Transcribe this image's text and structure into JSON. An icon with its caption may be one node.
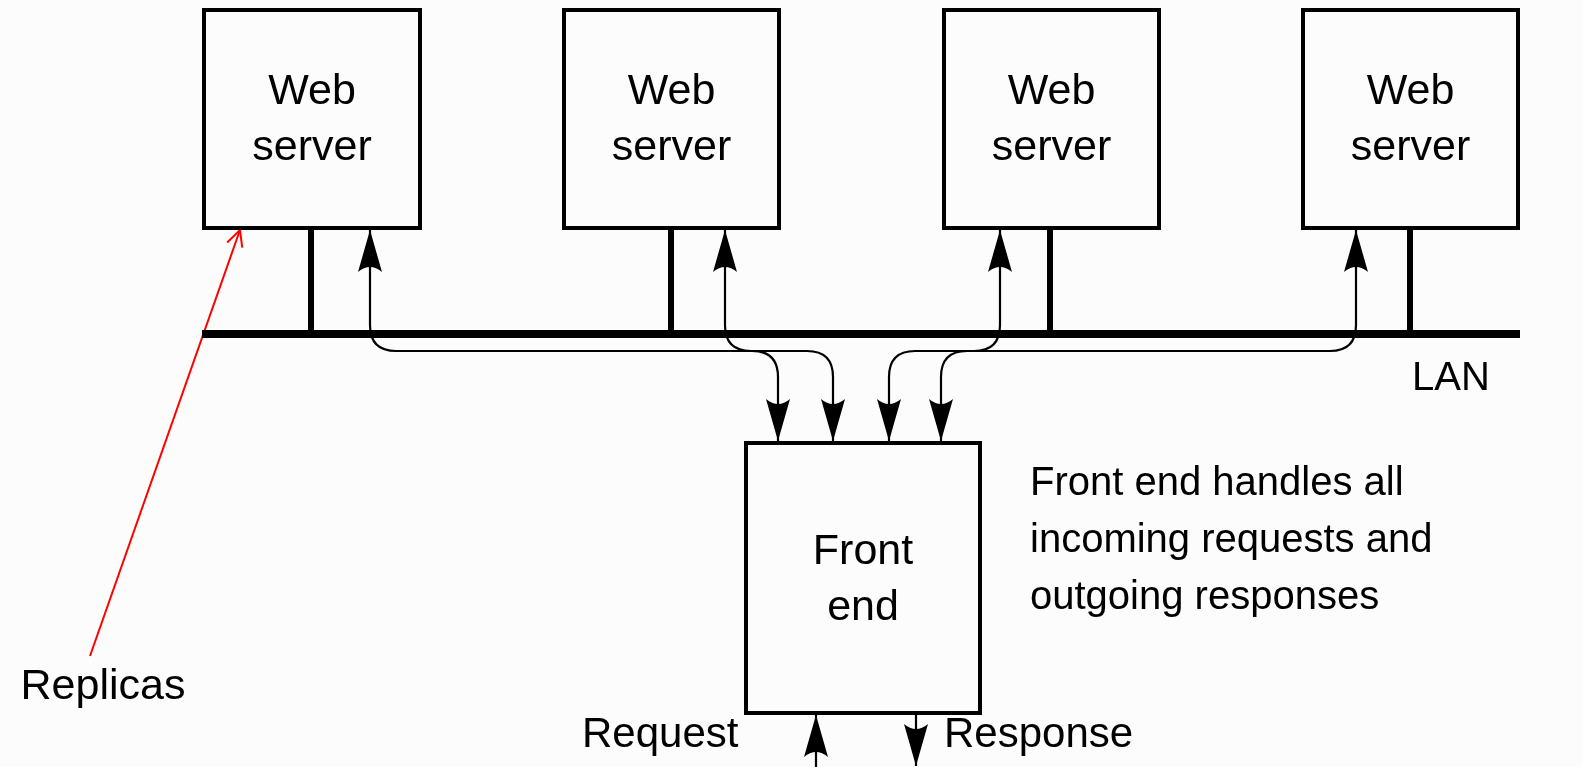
{
  "diagram": {
    "nodes": [
      {
        "text": [
          "Web server"
        ]
      },
      {
        "text": [
          "Web server"
        ]
      },
      {
        "text": [
          "Web server"
        ]
      },
      {
        "text": [
          "Web server"
        ]
      },
      {
        "text": [],
        "shape": "bar",
        "beside": [
          "LAN"
        ]
      },
      {
        "text": [
          "Front end"
        ],
        "beside": [
          "Front end handles all incoming requests and outgoing responses"
        ]
      },
      {
        "text": [
          "Replicas"
        ]
      }
    ],
    "edges": [
      {
        "from": 0,
        "to": 4,
        "arrow": "none",
        "style": "thick"
      },
      {
        "from": 1,
        "to": 4,
        "arrow": "none",
        "style": "thick"
      },
      {
        "from": 2,
        "to": 4,
        "arrow": "none",
        "style": "thick"
      },
      {
        "from": 3,
        "to": 4,
        "arrow": "none",
        "style": "thick"
      },
      {
        "from": 5,
        "to": 0,
        "arrow": "both"
      },
      {
        "from": 5,
        "to": 1,
        "arrow": "both"
      },
      {
        "from": 5,
        "to": 2,
        "arrow": "both"
      },
      {
        "from": 5,
        "to": 3,
        "arrow": "both"
      },
      {
        "from": 6,
        "to": 0,
        "arrow": "to",
        "color": "#ff0000"
      },
      {
        "from": null,
        "to": 5,
        "arrow": "to",
        "label": "Request"
      },
      {
        "from": 5,
        "to": null,
        "arrow": "to",
        "label": "Response"
      }
    ]
  }
}
